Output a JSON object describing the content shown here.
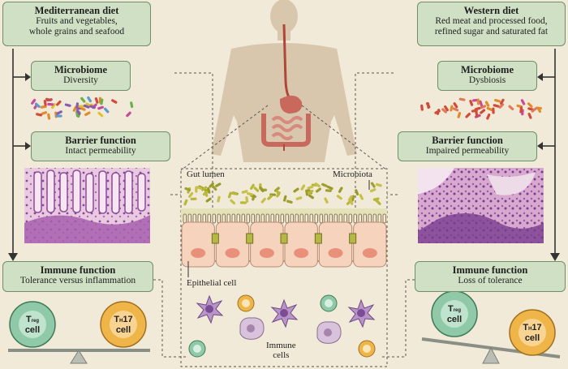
{
  "left": {
    "diet": {
      "title": "Mediterranean diet",
      "line1": "Fruits and vegetables,",
      "line2": "whole grains and seafood"
    },
    "microbiome": {
      "title": "Microbiome",
      "state": "Diversity"
    },
    "barrier": {
      "title": "Barrier function",
      "state": "Intact permeability"
    },
    "immune": {
      "title": "Immune function",
      "state": "Tolerance versus inflammation"
    },
    "scale": {
      "left_cell_main": "T",
      "left_cell_sub": "reg",
      "left_cell_word": "cell",
      "right_cell_main": "T",
      "right_cell_sub": "H",
      "right_cell_num": "17",
      "right_cell_word": "cell"
    }
  },
  "right": {
    "diet": {
      "title": "Western diet",
      "line1": "Red meat and processed food,",
      "line2": "refined sugar and saturated fat"
    },
    "microbiome": {
      "title": "Microbiome",
      "state": "Dysbiosis"
    },
    "barrier": {
      "title": "Barrier function",
      "state": "Impaired permeability"
    },
    "immune": {
      "title": "Immune function",
      "state": "Loss of tolerance"
    },
    "scale": {
      "left_cell_main": "T",
      "left_cell_sub": "reg",
      "left_cell_word": "cell",
      "right_cell_main": "T",
      "right_cell_sub": "H",
      "right_cell_num": "17",
      "right_cell_word": "cell"
    }
  },
  "center": {
    "gut_lumen": "Gut lumen",
    "microbiota": "Microbiota",
    "epithelial_cell": "Epithelial cell",
    "immune_cells_line1": "Immune",
    "immune_cells_line2": "cells"
  },
  "colors": {
    "background": "#f1ead8",
    "box_fill": "#cfe0c4",
    "box_border": "#6f8f66",
    "treg_cell": "#8fc9a8",
    "th17_cell": "#f0b548",
    "epithelium": "#f6d3bd",
    "dendritic_cell": "#b994c8",
    "bacteria_green": "#b8b838",
    "silhouette": "#d9c7ad"
  }
}
